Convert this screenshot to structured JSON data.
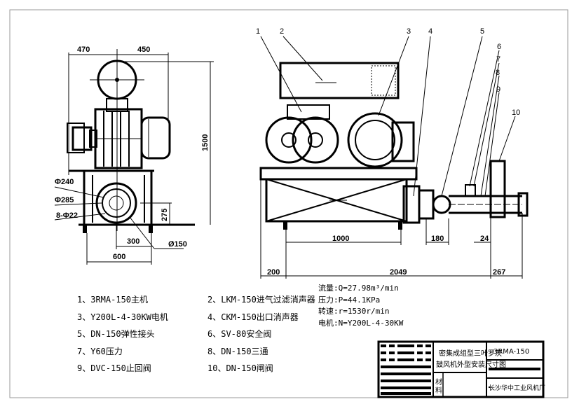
{
  "front_view": {
    "dims": {
      "w_left": "470",
      "w_right": "450",
      "height": "1500",
      "outlet_height": "275",
      "outlet_offset": "300",
      "base_width": "600",
      "phi240": "Φ240",
      "phi285": "Φ285",
      "holes": "8-Φ22",
      "outlet_dia": "Ø150"
    }
  },
  "side_view": {
    "labels": [
      "1",
      "2",
      "3",
      "4",
      "5",
      "6",
      "7",
      "8",
      "9",
      "10"
    ],
    "dims": {
      "frame_len": "1000",
      "joint_len": "180",
      "gap": "24",
      "left_offset": "200",
      "total_len": "2049",
      "right_offset": "267"
    }
  },
  "parts_list": [
    "1、3RMA-150主机",
    "2、LKM-150进气过滤消声器",
    "3、Y200L-4-30KW电机",
    "4、CKM-150出口消声器",
    "5、DN-150弹性接头",
    "6、SV-80安全阀",
    "7、Y60压力",
    "8、DN-150三通",
    "9、DVC-150止回阀",
    "10、DN-150闸阀"
  ],
  "specs": [
    "流量:Q=27.98m³/min",
    "压力:P=44.1KPa",
    "转速:r=1530r/min",
    "电机:N=Y200L-4-30KW"
  ],
  "title_block": {
    "title_line1": "密集成组型三叶罗茨",
    "title_line2": "鼓风机外型安装尺寸图",
    "model": "3RMA-150",
    "material_label_1": "材",
    "material_label_2": "料",
    "company": "长沙华中工业风机厂"
  }
}
